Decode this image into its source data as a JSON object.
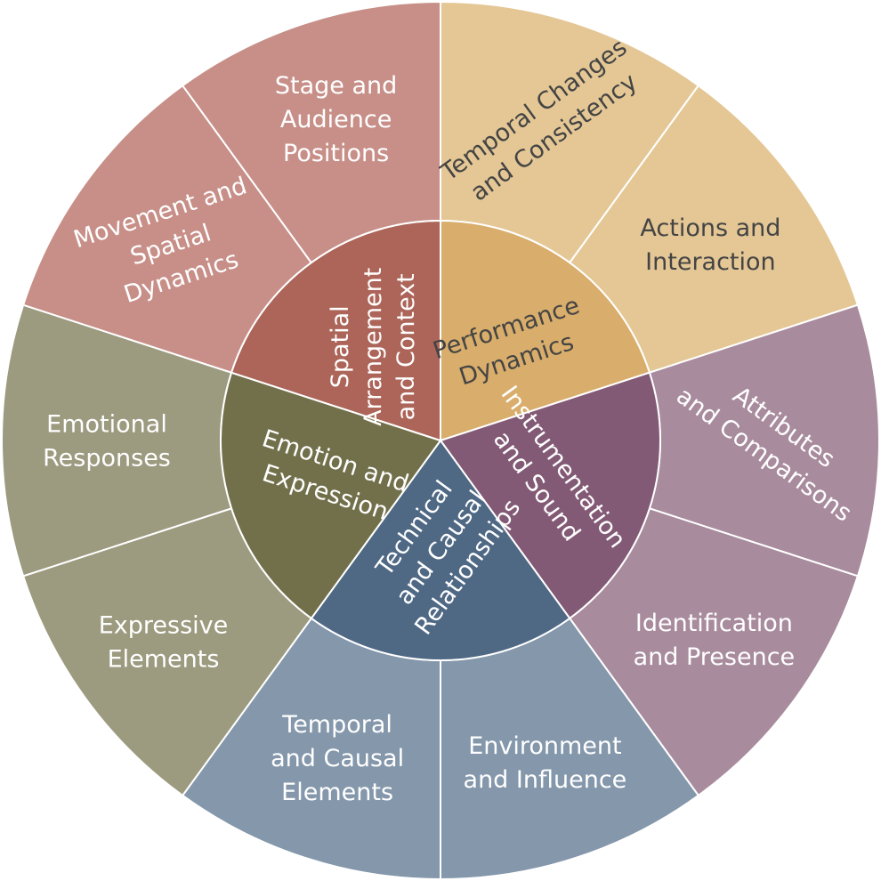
{
  "chart_data": {
    "type": "sunburst",
    "title": "",
    "segments": [
      {
        "label": "Performance Dynamics",
        "color": "#D9AD6B",
        "text_color": "#444444",
        "children": [
          {
            "label": "Temporal Changes and Consistency",
            "value": 1,
            "color": "#E4C795",
            "text_color": "#444444"
          },
          {
            "label": "Actions and Interaction",
            "value": 1,
            "color": "#E4C795",
            "text_color": "#444444"
          }
        ]
      },
      {
        "label": "Instrumentation and Sound",
        "color": "#835A75",
        "text_color": "#ffffff",
        "children": [
          {
            "label": "Attributes and Comparisons",
            "value": 1,
            "color": "#A88B9D",
            "text_color": "#ffffff"
          },
          {
            "label": "Identification and Presence",
            "value": 1,
            "color": "#A88B9D",
            "text_color": "#ffffff"
          }
        ]
      },
      {
        "label": "Technical and Causal Relationships",
        "color": "#4F6884",
        "text_color": "#ffffff",
        "children": [
          {
            "label": "Environment and Influence",
            "value": 1,
            "color": "#8497AB",
            "text_color": "#ffffff"
          },
          {
            "label": "Temporal and Causal Elements",
            "value": 1,
            "color": "#8497AB",
            "text_color": "#ffffff"
          }
        ]
      },
      {
        "label": "Emotion and Expression",
        "color": "#72704B",
        "text_color": "#ffffff",
        "children": [
          {
            "label": "Expressive Elements",
            "value": 1,
            "color": "#9C9A7F",
            "text_color": "#ffffff"
          },
          {
            "label": "Emotional Responses",
            "value": 1,
            "color": "#9C9A7F",
            "text_color": "#ffffff"
          }
        ]
      },
      {
        "label": "Spatial Arrangement and Context",
        "color": "#AC6558",
        "text_color": "#ffffff",
        "children": [
          {
            "label": "Movement and Spatial Dynamics",
            "value": 1,
            "color": "#C78F88",
            "text_color": "#ffffff"
          },
          {
            "label": "Stage and Audience Positions",
            "value": 1,
            "color": "#C78F88",
            "text_color": "#ffffff"
          }
        ]
      }
    ]
  }
}
